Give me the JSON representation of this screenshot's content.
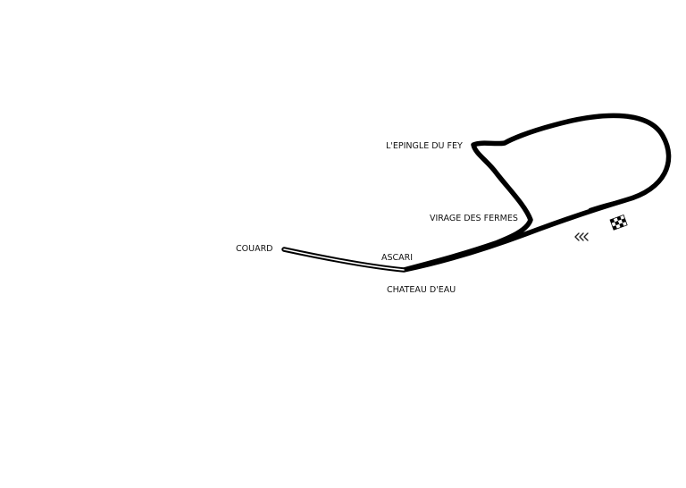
{
  "map": {
    "kind": "race-circuit-layout",
    "colors": {
      "track": "#000000",
      "track_inner": "#ffffff",
      "label": "#111111",
      "background": "#ffffff"
    },
    "corners": [
      {
        "id": "epingle",
        "label": "L'EPINGLE DU FEY"
      },
      {
        "id": "fermes",
        "label": "VIRAGE DES FERMES"
      },
      {
        "id": "couard",
        "label": "COUARD"
      },
      {
        "id": "ascari",
        "label": "ASCARI"
      },
      {
        "id": "chateau",
        "label": "CHATEAU D'EAU"
      }
    ],
    "icons": [
      {
        "id": "direction",
        "name": "direction-chevrons-icon",
        "meaning": "direction of travel"
      },
      {
        "id": "finish",
        "name": "checkered-flag-icon",
        "meaning": "start/finish line"
      }
    ]
  }
}
